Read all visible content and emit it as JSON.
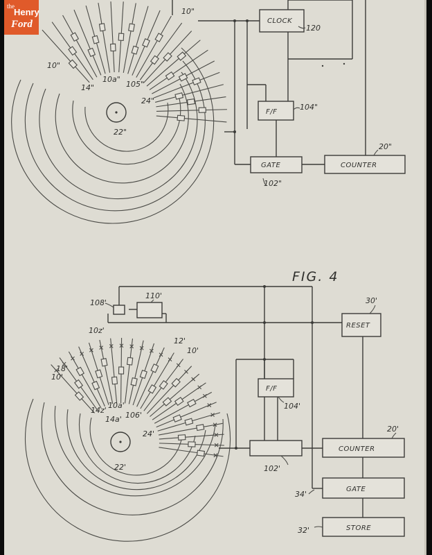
{
  "logo": {
    "line1": "the",
    "line2": "Henry",
    "line3": "Ford"
  },
  "fig3": {
    "blocks": {
      "clock": "CLOCK",
      "ff": "F/F",
      "gate": "GATE",
      "counter": "COUNTER"
    },
    "refs": {
      "ref_10a": "10\"",
      "ref_10b": "10\"",
      "ref_10c": "10a\"",
      "ref_105": "105\"",
      "ref_14": "14\"",
      "ref_24": "24\"",
      "ref_22": "22\"",
      "ref_120": "120",
      "ref_104": "104\"",
      "ref_102": "102\"",
      "ref_20": "20\""
    }
  },
  "fig4": {
    "title": "FIG. 4",
    "blocks": {
      "reset": "RESET",
      "ff": "F/F",
      "counter": "COUNTER",
      "gate": "GATE",
      "store": "STORE"
    },
    "refs": {
      "ref_108": "108'",
      "ref_110": "110'",
      "ref_30": "30'",
      "ref_12": "12'",
      "ref_10a": "10'",
      "ref_10b": "10'",
      "ref_10c": "10z'",
      "ref_18": "18'",
      "ref_14z": "14z'",
      "ref_10a2": "10a'",
      "ref_14a": "14a'",
      "ref_106": "106'",
      "ref_24": "24'",
      "ref_22": "22'",
      "ref_104": "104'",
      "ref_102": "102'",
      "ref_20": "20'",
      "ref_34": "34'",
      "ref_32": "32'"
    }
  }
}
